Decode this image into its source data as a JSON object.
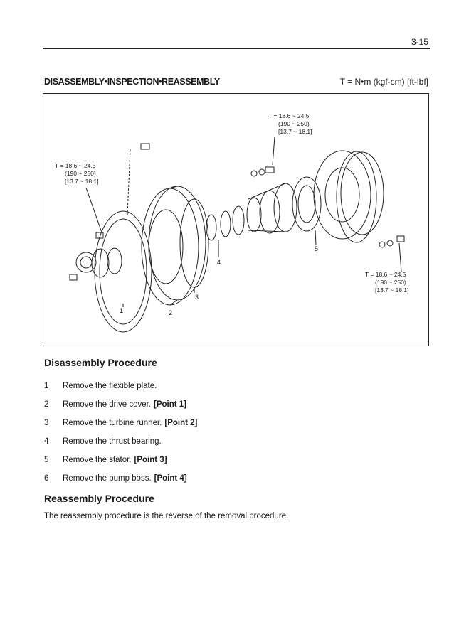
{
  "page_number": "3-15",
  "section_title": "DISASSEMBLY•INSPECTION•REASSEMBLY",
  "torque_unit": "T = N•m (kgf-cm) [ft-lbf]",
  "figure": {
    "torque_callouts": [
      {
        "line1": "T = 18.6 ~ 24.5",
        "line2": "(190 ~ 250)",
        "line3": "[13.7 ~ 18.1]"
      },
      {
        "line1": "T = 18.6 ~ 24.5",
        "line2": "(190 ~ 250)",
        "line3": "[13.7 ~ 18.1]"
      },
      {
        "line1": "T = 18.6 ~ 24.5",
        "line2": "(190 ~ 250)",
        "line3": "[13.7 ~ 18.1]"
      }
    ],
    "part_labels": [
      "1",
      "2",
      "3",
      "4",
      "5"
    ]
  },
  "disassembly": {
    "heading": "Disassembly Procedure",
    "steps": [
      {
        "num": "1",
        "text": "Remove the flexible plate.",
        "point": ""
      },
      {
        "num": "2",
        "text": "Remove the drive cover.",
        "point": "[Point 1]"
      },
      {
        "num": "3",
        "text": "Remove the turbine runner.",
        "point": "[Point 2]"
      },
      {
        "num": "4",
        "text": "Remove the thrust bearing.",
        "point": ""
      },
      {
        "num": "5",
        "text": "Remove the stator.",
        "point": "[Point 3]"
      },
      {
        "num": "6",
        "text": "Remove the pump boss.",
        "point": "[Point 4]"
      }
    ]
  },
  "reassembly": {
    "heading": "Reassembly Procedure",
    "text": "The reassembly procedure is the reverse of the removal procedure."
  }
}
